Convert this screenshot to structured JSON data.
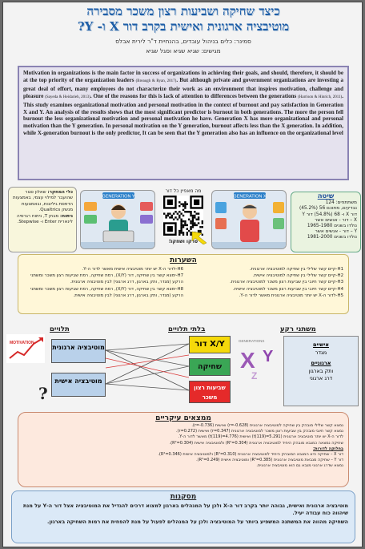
{
  "title": {
    "line1": "כיצד שחיקה ושביעות רצון משכר מסבירה",
    "line2": "מוטיבציה ארגונית ואישית בקרב דור X ו- Y?",
    "seminar": "סמינר: כלים בניהול עובדים, בהנחיית ד\"ר לירית אבלס",
    "presenters": "מגישים: שגיא שגיא וסגל שגיא"
  },
  "abstract": {
    "p1": "Motivation in organizations is the main factor in success of organizations in achieving their goals, and should, therefore, it should be at the top priority of the organization leaders",
    "r1": "(Breaugh & Ryan, 2017)",
    "p2": ". But although private and government organizations are investing a great deal of effort, many employees do not characterize their work as an environment that inspires motivation, challenge and pleasure",
    "r2": "(Sayeda & Heidarieh, 2013)",
    "p3": ". One of the reasons for this is lack of attention to differences between the generations",
    "r3": "(Harrison & Hinrich, 2011)",
    "p4": ". This study examines organizational motivation and personal motivation in the context of burnout and pay satisfaction in Generation X and Y. An analysis of the results shows that the most significant predictor is burnout in both generations. The more the person fell burnout the less organizational motivation and personal motivation he have. Generation X has more organizational and personal motivation than the Y generation. In personal motivation on the Y generation, burnout affects less than the X generation. In addition, while X-generation burnout is the only predictor, It can be seen that the Y generation also has an influence on the organizational level"
  },
  "tools": {
    "title": "כלי המחקר:",
    "text1": "שאלון סגור שהועבר למילוי עצמי, באמצעות הדפסת גיליונות, ובאמצעות מנשק Qualtrics.",
    "title2": "ניתוח:",
    "text2": "מבחן T, ניתוח רגרסיה לינארית Enter ו- Stepwise."
  },
  "generations": {
    "y_label": "GENERATION Y",
    "x_label": "GENERATION X"
  },
  "qr": {
    "top": "מה מאפיין כל דור",
    "bottom": "סרקו ושחקו!"
  },
  "method": {
    "title": "שיטה",
    "lines": [
      "משתתפים: 124",
      "נבדקים, מתוכם 56 (45.2%)",
      "דור X ו- 68 (54.8%) דור Y",
      "X – דור - אנשים אשר",
      "נולדו בשנים 1965-1980",
      "Y – דור - אנשים אשר",
      "נולדו בשנים 1981-2000"
    ]
  },
  "hypotheses": {
    "title": "השערות",
    "right": [
      "H1-קיים קשר שלילי בין שחיקה למוטיבציה ארגונית.",
      "H2-קיים קשר שלילי בין שחיקה למוטיבציה אישית.",
      "H3-קיים קשר חיובי בין שביעות רצון משכר למוטיבציה ארגונית.",
      "H4-קיים קשר חיובי בין שביעות רצון משכר למוטיבציה אישית.",
      "H5-לדור ה-X יש יותר מוטיבציה ארגונית מאשר לדור ה-Y."
    ],
    "left": [
      "H6-לדור ה-X יש יותר מוטיבציה אישית מאשר לדור ה-Y.",
      "H7-ימצא קשר בין שחיקה, דור (X/Y), רמת שחיקה, רמת שביעות רצון משכר ומשתני הרקע (מגדר, ותק בארגון, דרג ארגוני) לבין מוטיבציה ארגונית.",
      "H8-ימצא קשר בין שחיקה, דור (X/Y), רמת שחיקה, רמת שביעות רצון משכר ומשתני הרקע (מגדר, ותק בארגון, דרג ארגוני) לבין מוטיבציה אישית."
    ]
  },
  "model": {
    "dependent_title": "תלויים",
    "independent_title": "בלתי תלויים",
    "background_title": "משתני רקע",
    "dependent": [
      "מוטיבציה ארגונית",
      "מוטיבציה אישית"
    ],
    "independent": [
      "דור X/Y",
      "שחיקה",
      "שביעות רצון משכר"
    ],
    "background": [
      "אישיים",
      "מגדר",
      "ארגוניים",
      "ותק בארגון",
      "דרג ארגוני"
    ],
    "motivation_word": "MOTIVATION",
    "generations_word": "GENERATIONS"
  },
  "findings": {
    "title": "ממצאים עיקריים",
    "items": [
      "נמצא קשר שלילי מובהק בין שחיקה למוטיבציה ארגונית (r=-0.628) ואישית (r=-0.736).",
      "נמצא קשר חיובי מובהק בין שביעות רצון משכר למוטיבציה ארגונית (r=0.347) ואישית (r=0.272).",
      "לדור ה-X יש יותר מוטיבציה ארגונית (t(119)=5.291) ואישית (t(119)=4.776) מאשר לדור ה-Y.",
      "שחיקה נמצאה כמנבא מובהק היחיד למוטיבציה ארגונית (R²=0.304) ולמוטיבציה אישית (R²=0.304).",
      "בחלוקה לדורות:",
      "דור X – שחיקה היא המנבא המובהק היחיד למוטיבציה ארגונית (R²=0.310) ולמוטיבציה אישית (R²=0.346).",
      "דור Y – שחיקה מנבאת מוטיבציה ארגונית (R²=0.385) ומוטיבציה אישית (R²=0.249).",
      "נמצא שדרג ארגוני מנבא גם הוא מוטיבציה ארגונית."
    ]
  },
  "conclusions": {
    "title": "מסקנות",
    "items": [
      "מוטיבציה ארגונית ואישית, גבוהה יותר בקרב דור ה-X ולכן על המנהלים בארגון למצוא דרכים להגדיל את המוטיבציה אצל דור ה-Y על מנת שיהווה כוח עבודה יעיל.",
      "השחיקה מהווה את המשתנה המשפיע ביותר על המוטיבציה ולכן על המנהלים לפעול על מנת להפחית את רמות השחיקה בארגון."
    ]
  }
}
